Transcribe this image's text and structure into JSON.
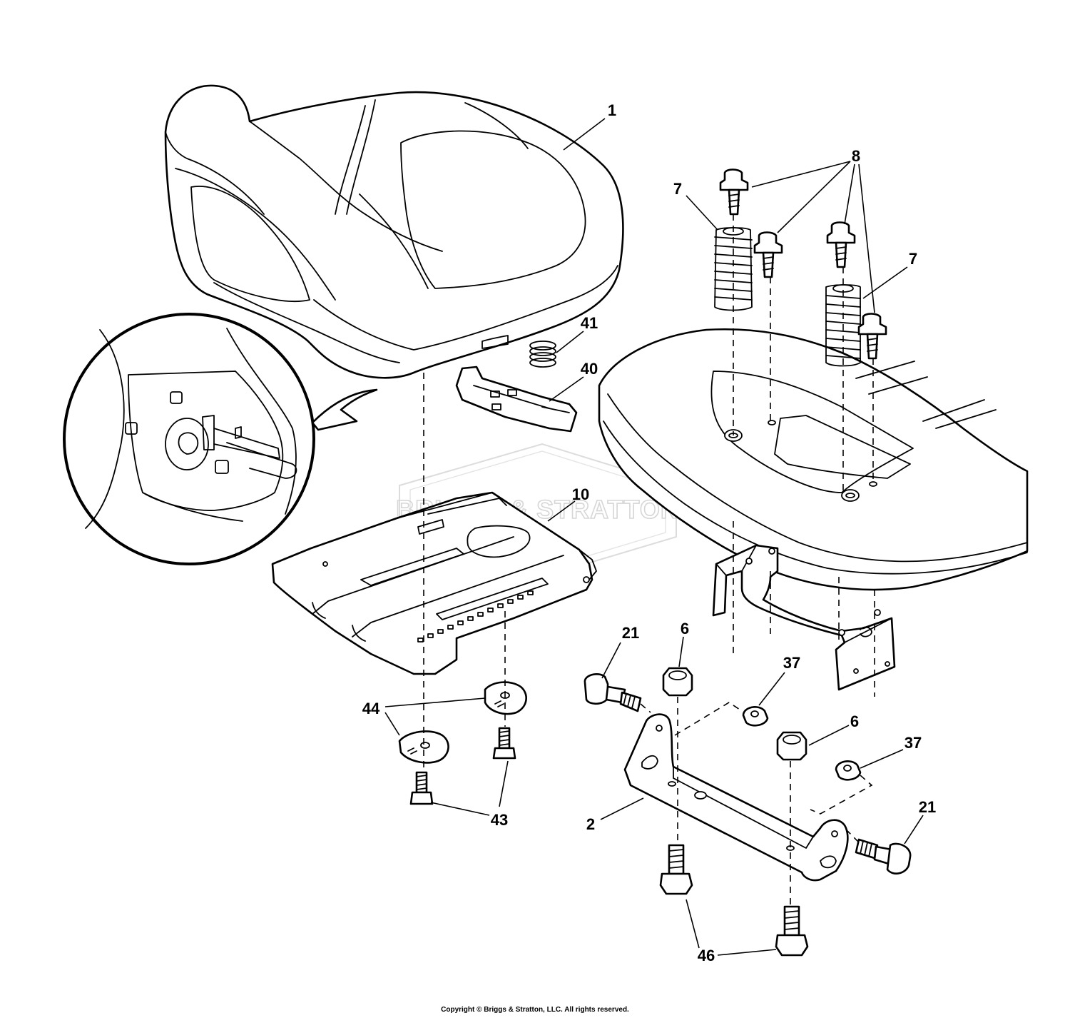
{
  "diagram": {
    "callouts": {
      "c1": "1",
      "c2": "2",
      "c6a": "6",
      "c6b": "6",
      "c7a": "7",
      "c7b": "7",
      "c8": "8",
      "c10": "10",
      "c21a": "21",
      "c21b": "21",
      "c37a": "37",
      "c37b": "37",
      "c40": "40",
      "c41": "41",
      "c43": "43",
      "c44": "44",
      "c46": "46"
    },
    "watermark": "BRIGGS & STRATTON",
    "copyright": "Copyright © Briggs & Stratton, LLC. All rights reserved."
  }
}
